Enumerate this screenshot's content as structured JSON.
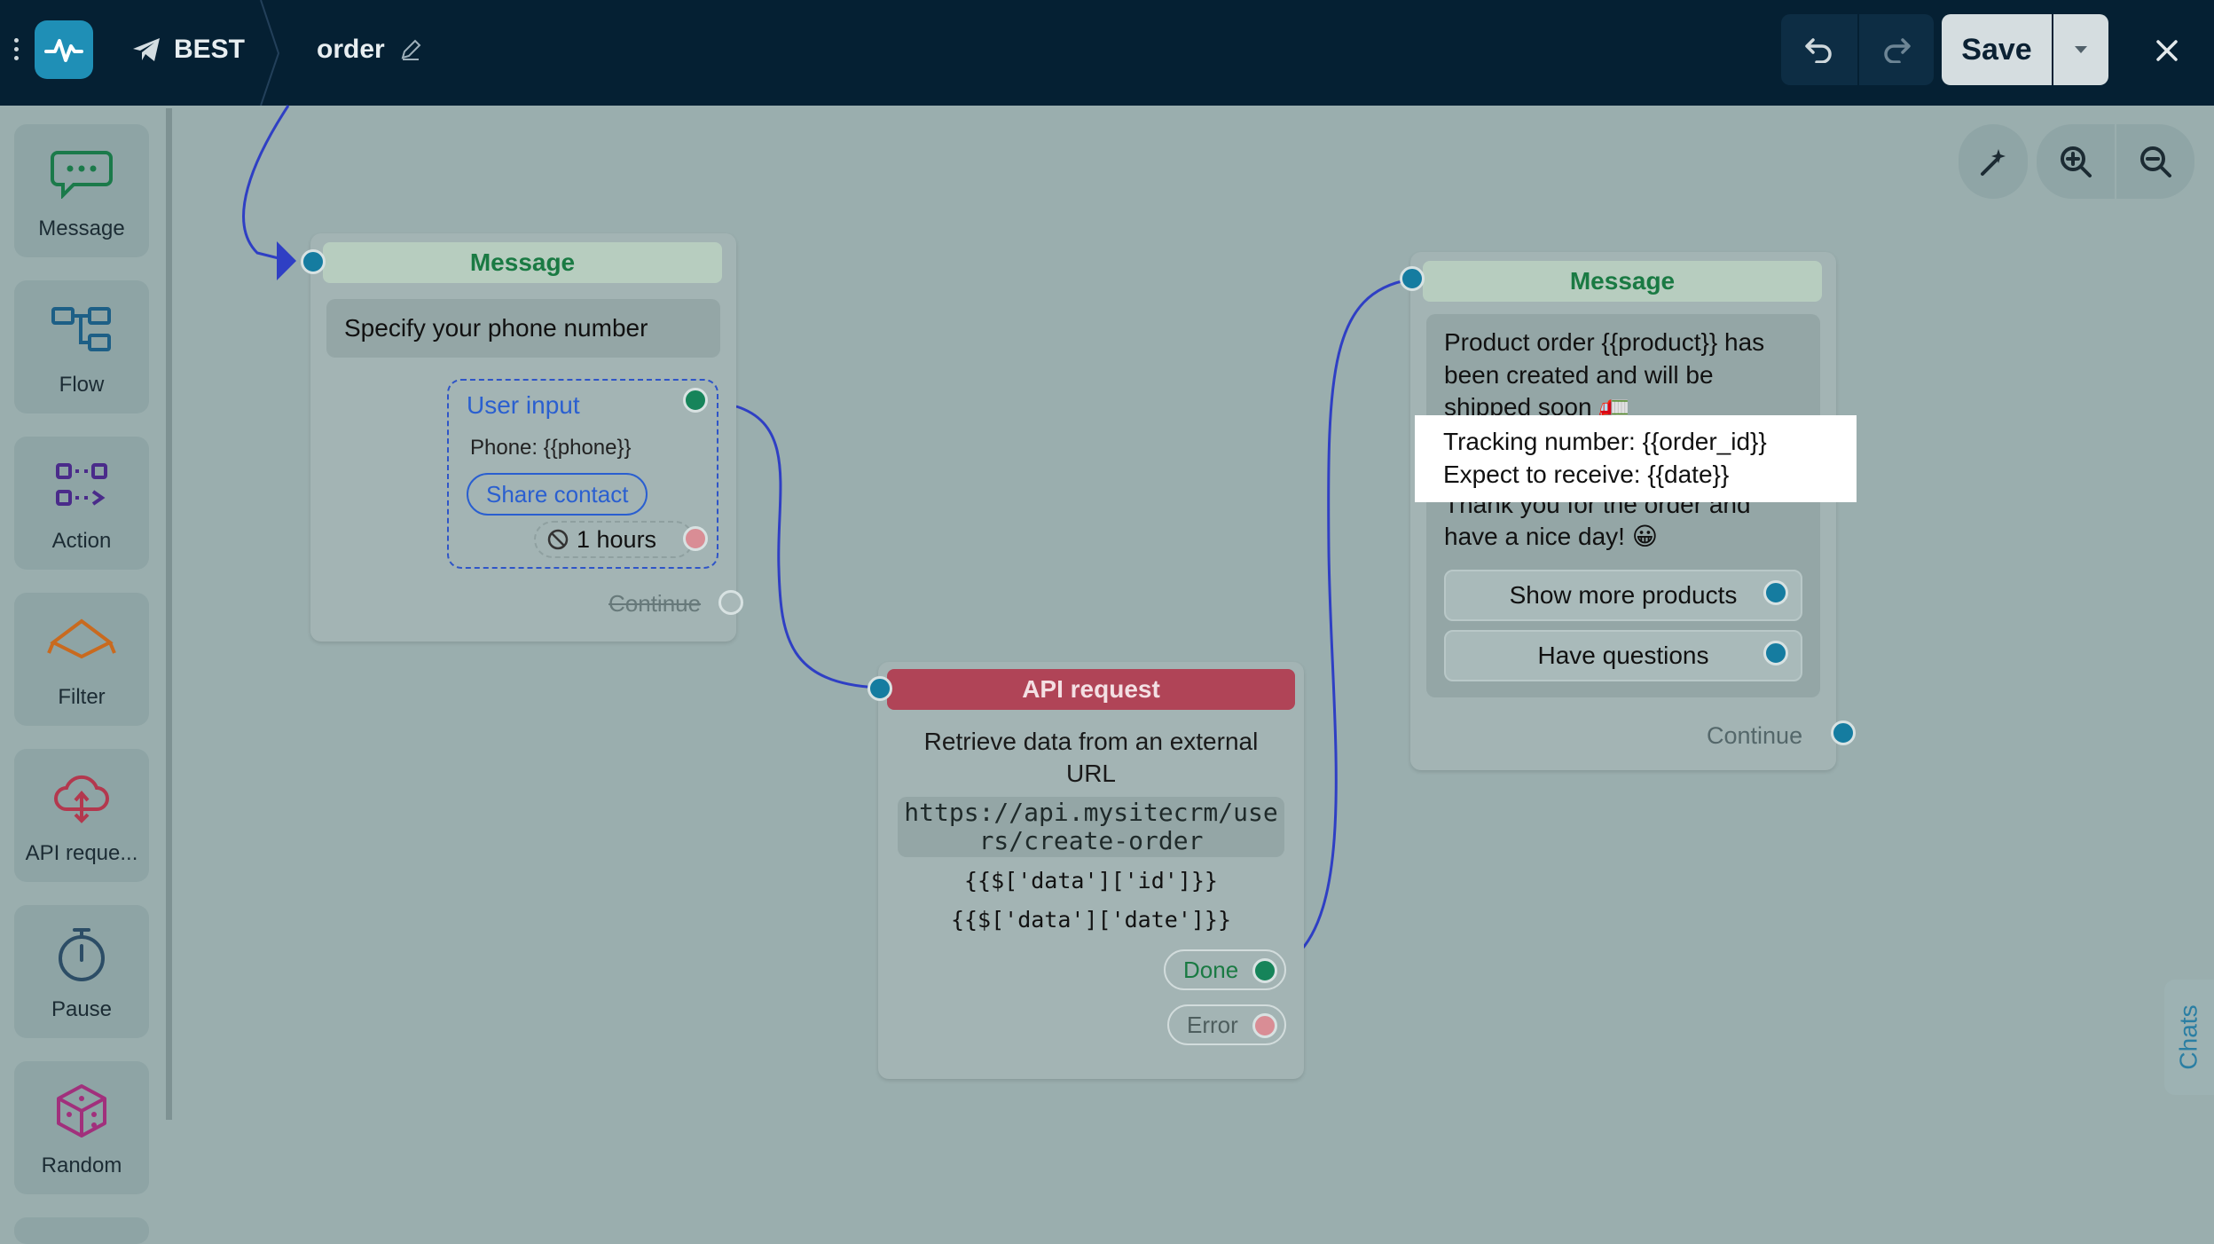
{
  "header": {
    "bot_name": "BEST",
    "flow_name": "order",
    "save_label": "Save"
  },
  "sidebar": {
    "items": [
      {
        "label": "Message",
        "icon": "message-icon"
      },
      {
        "label": "Flow",
        "icon": "flow-icon"
      },
      {
        "label": "Action",
        "icon": "action-icon"
      },
      {
        "label": "Filter",
        "icon": "filter-icon"
      },
      {
        "label": "API reque...",
        "icon": "api-request-icon"
      },
      {
        "label": "Pause",
        "icon": "pause-icon"
      },
      {
        "label": "Random",
        "icon": "random-icon"
      }
    ]
  },
  "canvas": {
    "node_phone": {
      "header": "Message",
      "text": "Specify your phone number",
      "input_title": "User input",
      "input_var": "Phone: {{phone}}",
      "input_button": "Share contact",
      "timeout": "1 hours",
      "continue": "Continue"
    },
    "node_api": {
      "header": "API request",
      "description_1": "Retrieve data from an external",
      "description_2": "URL",
      "url_1": "https://api.mysitecrm/use",
      "url_2": "rs/create-order",
      "var_1": "{{$['data']['id']}}",
      "var_2": "{{$['data']['date']}}",
      "done": "Done",
      "error": "Error"
    },
    "node_order": {
      "header": "Message",
      "line_1": "Product order {{product}} has",
      "line_2": "been created and will be",
      "line_3": "shipped soon 🚛",
      "line_4": "Tracking number: {{order_id}}",
      "line_5": "Expect to receive: {{date}}",
      "line_6": "Thank you for the order and",
      "line_7": "have a nice day!  😀",
      "button_1": "Show more products",
      "button_2": "Have questions",
      "continue": "Continue"
    }
  },
  "chats_tab": "Chats",
  "colors": {
    "topbar": "#052033",
    "canvas": "#9aaeae",
    "accent": "#1f8fb6",
    "message_header": "#1a7a43",
    "api_header": "#b04457",
    "connector": "#2f3fc4"
  }
}
